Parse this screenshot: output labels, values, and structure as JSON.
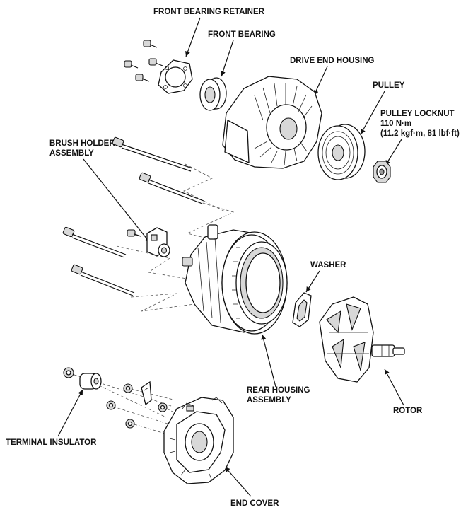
{
  "labels": {
    "front_bearing_retainer": "FRONT BEARING RETAINER",
    "front_bearing": "FRONT BEARING",
    "drive_end_housing": "DRIVE END HOUSING",
    "pulley": "PULLEY",
    "pulley_locknut": "PULLEY LOCKNUT",
    "torque_nm": "110 N·m",
    "torque_alt": "(11.2 kgf·m, 81 lbf·ft)",
    "brush_holder_1": "BRUSH HOLDER",
    "brush_holder_2": "ASSEMBLY",
    "washer": "WASHER",
    "rear_housing_1": "REAR HOUSING",
    "rear_housing_2": "ASSEMBLY",
    "rotor": "ROTOR",
    "terminal_insulator": "TERMINAL INSULATOR",
    "end_cover": "END COVER"
  },
  "colors": {
    "ink": "#111111",
    "background": "#ffffff"
  }
}
